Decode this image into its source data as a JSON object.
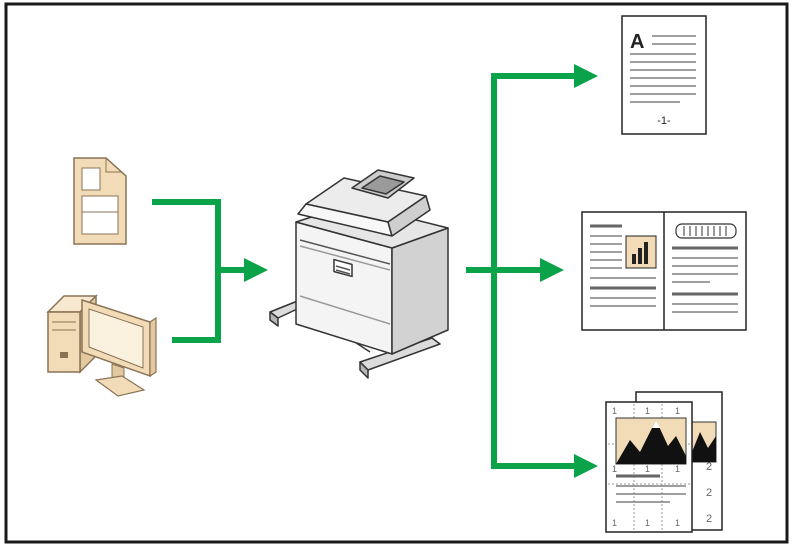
{
  "document_a": {
    "heading_letter": "A",
    "page_number": "-1-"
  },
  "poster": {
    "tile_numbers_top": [
      "1",
      "1",
      "1"
    ],
    "tile_numbers_mid": [
      "1",
      "1",
      "1"
    ],
    "tile_numbers_bottom": [
      "1",
      "1",
      "1"
    ],
    "back_page_numbers": [
      "2",
      "2",
      "2"
    ]
  },
  "colors": {
    "arrow": "#0aa34a",
    "card": "#f2dcb8",
    "card_stroke": "#8a7355",
    "frame": "#1a1a1a"
  },
  "icons": {
    "sd_card": "sd-card-icon",
    "computer": "desktop-computer-icon",
    "printer": "wide-format-printer-icon",
    "document": "text-document-icon",
    "spread": "two-page-spread-icon",
    "poster": "tiled-poster-icon"
  }
}
